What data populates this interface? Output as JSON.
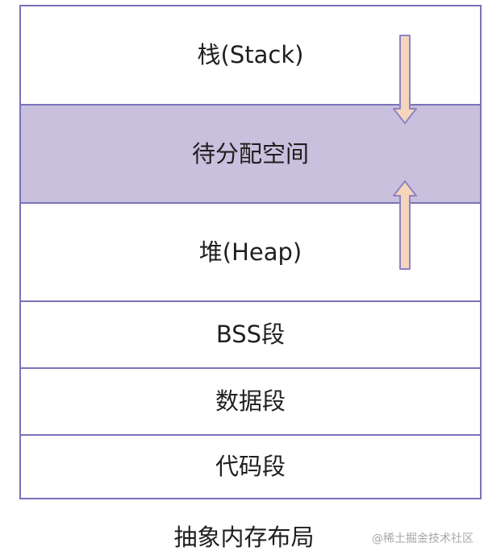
{
  "segments": {
    "stack": "栈(Stack)",
    "free": "待分配空间",
    "heap": "堆(Heap)",
    "bss": "BSS段",
    "data": "数据段",
    "code": "代码段"
  },
  "caption": "抽象内存布局",
  "watermark": "@稀土掘金技术社区",
  "arrows": {
    "stack_growth": "down",
    "heap_growth": "up"
  },
  "colors": {
    "border": "#7a72b8",
    "free_fill": "#c8c0dd",
    "arrow_fill": "#f6d5bd",
    "arrow_stroke": "#8c84c4"
  }
}
